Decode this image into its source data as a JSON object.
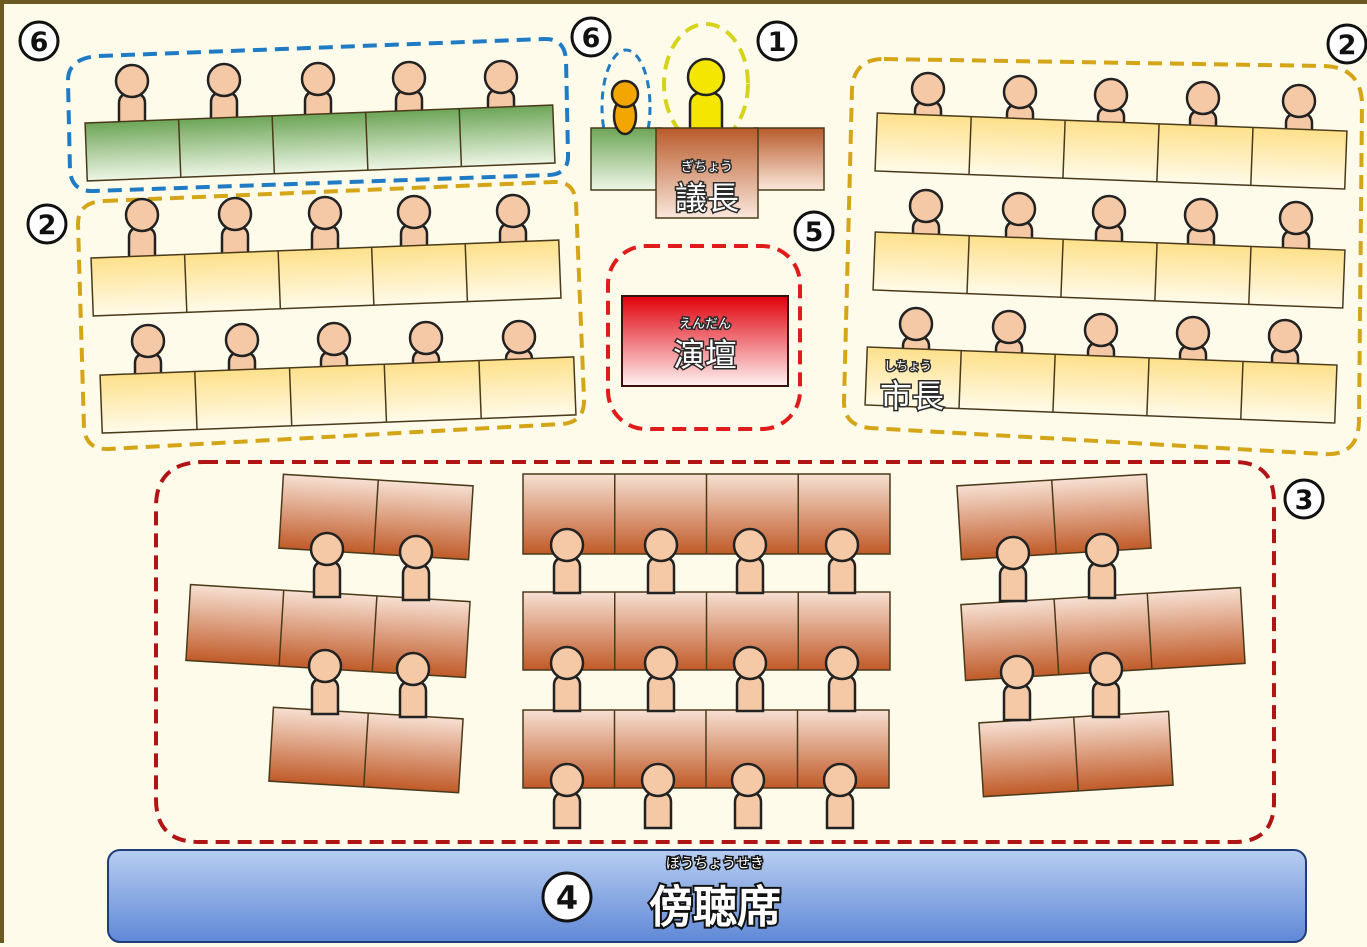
{
  "labels": {
    "speaker_seat": "議長",
    "speaker_ruby": "ぎちょう",
    "podium": "演壇",
    "podium_ruby": "えんだん",
    "mayor_seat": "市長",
    "mayor_ruby": "しちょう",
    "gallery": "傍聴席",
    "gallery_ruby": "ぼうちょうせき"
  },
  "markers": {
    "m1": "1",
    "m2": "2",
    "m3": "3",
    "m4": "4",
    "m5": "5",
    "m6": "6"
  },
  "colors": {
    "frame": "#6b5a1f",
    "background": "#fefbeb",
    "speaker_figure": "#f5e600",
    "clerk_figure": "#f3a600",
    "person": "#f6c9a6",
    "green_desk": "#7fb86a",
    "yellow_desk": "#fde9a0",
    "orange_desk": "#c86a3a",
    "podium_red": "#e0000b",
    "gallery_blue": "#9fbbe8",
    "dash_blue": "#1e7bc4",
    "dash_gold": "#d4a516",
    "dash_red": "#d41a1a",
    "dash_darkred": "#b01414",
    "dash_yellow": "#d6d41a"
  }
}
